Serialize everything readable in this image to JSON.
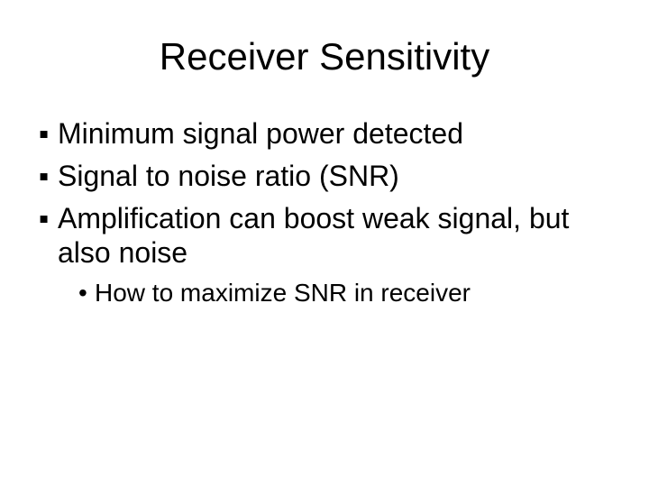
{
  "slide": {
    "title": "Receiver Sensitivity",
    "bullets": [
      {
        "level": 1,
        "text": "Minimum signal power detected"
      },
      {
        "level": 1,
        "text": "Signal to noise ratio (SNR)"
      },
      {
        "level": 1,
        "text": "Amplification can boost weak signal, but also noise"
      },
      {
        "level": 2,
        "text": "How to maximize SNR in receiver"
      }
    ],
    "bullet_glyphs": {
      "level1_char": "▪",
      "level2_char": "•"
    },
    "colors": {
      "background": "#ffffff",
      "text": "#000000"
    }
  }
}
